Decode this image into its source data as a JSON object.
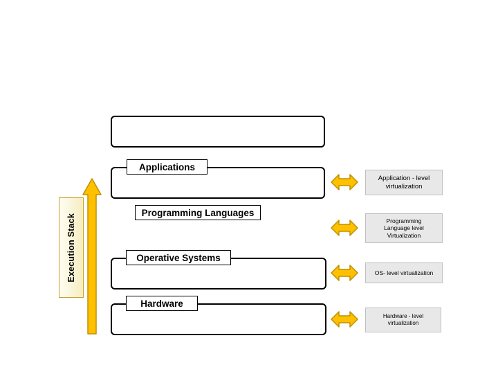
{
  "diagram": {
    "vertical_label": "Execution Stack",
    "layers": [
      {
        "title": "Applications",
        "side_label": "Application - level\nvirtualization"
      },
      {
        "title": "Programming Languages",
        "side_label": "Programming\nLanguage level\nVirtualization"
      },
      {
        "title": "Operative Systems",
        "side_label": "OS- level virtualization"
      },
      {
        "title": "Hardware",
        "side_label": "Hardware - level\nvirtualization"
      }
    ],
    "colors": {
      "arrow_fill": "#ffc000",
      "arrow_stroke": "#bf9000",
      "box_stroke": "#000000",
      "side_box_fill": "#e8e8e8",
      "side_box_stroke": "#bfbfbf",
      "label_gradient_from": "#fffdf2",
      "label_gradient_to": "#f6edc0",
      "label_stroke": "#c9a227"
    }
  }
}
